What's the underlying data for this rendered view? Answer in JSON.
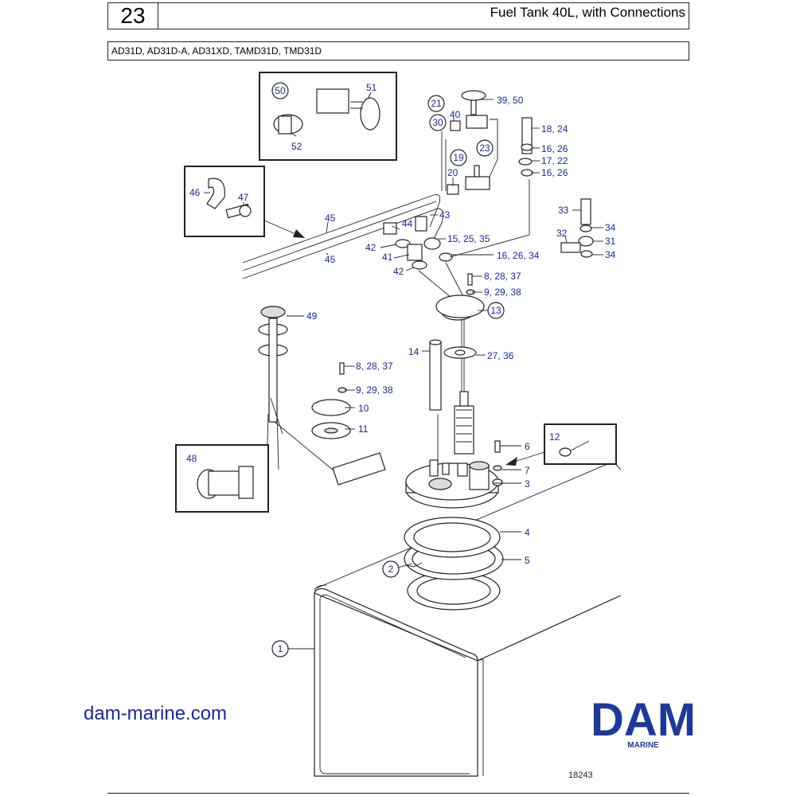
{
  "header": {
    "page_number": "23",
    "title": "Fuel Tank 40L, with Connections",
    "models": "AD31D, AD31D-A, AD31XD, TAMD31D, TMD31D"
  },
  "callouts": {
    "c1": "1",
    "c2": "2",
    "c3": "3",
    "c4": "4",
    "c5": "5",
    "c6": "6",
    "c7": "7",
    "c10": "10",
    "c11": "11",
    "c12": "12",
    "c13": "13",
    "c14": "14",
    "c15_25_35": "15, 25, 35",
    "c16_26_a": "16, 26",
    "c16_26_b": "16, 26",
    "c16_26_34": "16, 26, 34",
    "c17_22": "17, 22",
    "c18_24": "18, 24",
    "c19": "19",
    "c20": "20",
    "c21": "21",
    "c23": "23",
    "c27_36": "27, 36",
    "c8_28_37_a": "8, 28, 37",
    "c8_28_37_b": "8, 28, 37",
    "c9_29_38_a": "9, 29, 38",
    "c9_29_38_b": "9, 29, 38",
    "c30": "30",
    "c31": "31",
    "c32": "32",
    "c33": "33",
    "c34_a": "34",
    "c34_b": "34",
    "c39_50": "39, 50",
    "c40": "40",
    "c41": "41",
    "c42_a": "42",
    "c42_b": "42",
    "c43": "43",
    "c44": "44",
    "c45_a": "45",
    "c45_b": "45",
    "c46": "46",
    "c47": "47",
    "c48": "48",
    "c49": "49",
    "c50": "50",
    "c51": "51",
    "c52": "52"
  },
  "footer": {
    "website": "dam-marine.com",
    "logo_text": "DAM",
    "logo_subtext": "MARINE",
    "drawing_number": "18243"
  },
  "colors": {
    "callout_text": "#1a2a8a",
    "logo_blue": "#1f3a93",
    "line": "#222222"
  }
}
